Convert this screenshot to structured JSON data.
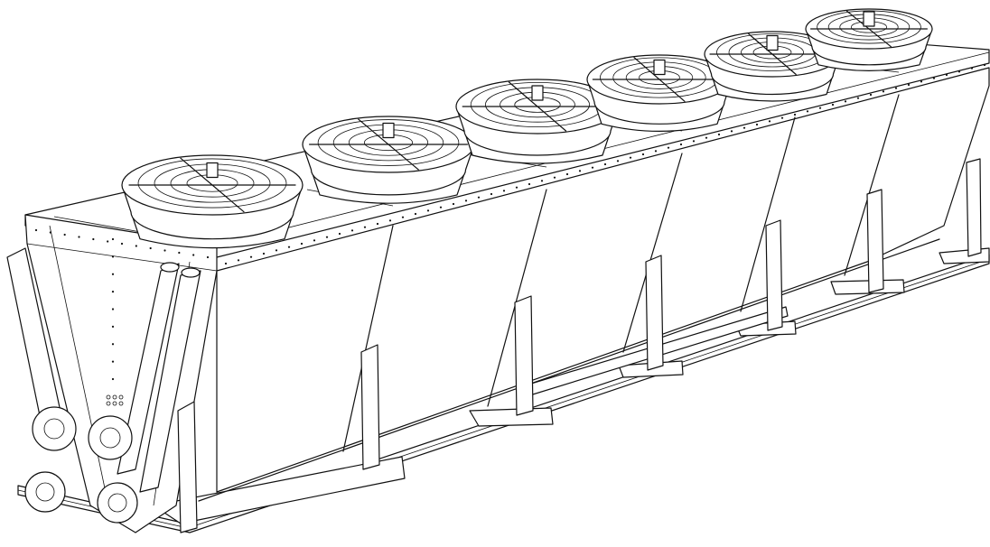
{
  "drawing": {
    "subject": "dry-cooler-unit",
    "style": "line-art",
    "colors": {
      "line": "#111111",
      "background": "#ffffff"
    },
    "fan_count": 6,
    "flange_count": 4
  }
}
